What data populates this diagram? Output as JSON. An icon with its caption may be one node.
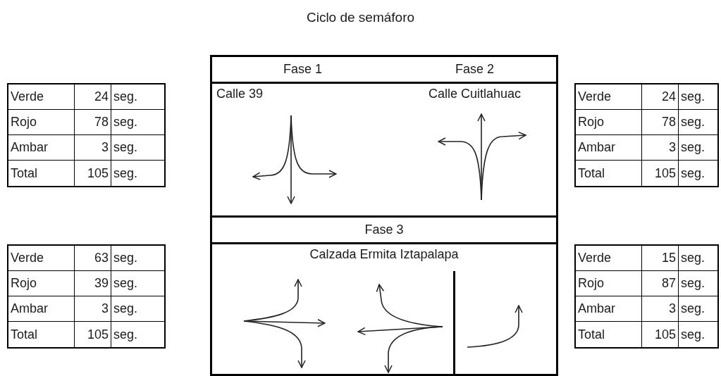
{
  "diagram": {
    "title": "Ciclo de semáforo",
    "nodes": [
      {
        "text": [
          "Fase 1"
        ]
      },
      {
        "text": [
          "Fase 2"
        ]
      },
      {
        "text": [
          "Calle 39"
        ]
      },
      {
        "text": [
          "Calle Cuitlahuac"
        ]
      },
      {
        "text": [
          "Fase 3"
        ]
      },
      {
        "text": [
          "Calzada Ermita Iztapalapa"
        ]
      }
    ],
    "labels": [
      "Verde",
      "24",
      "seg.",
      "Rojo",
      "78",
      "seg.",
      "Ambar",
      "3",
      "seg.",
      "Total",
      "105",
      "seg.",
      "Verde",
      "24",
      "seg.",
      "Rojo",
      "78",
      "seg.",
      "Ambar",
      "3",
      "seg.",
      "Total",
      "105",
      "seg.",
      "Verde",
      "63",
      "seg.",
      "Rojo",
      "39",
      "seg.",
      "Ambar",
      "3",
      "seg.",
      "Total",
      "105",
      "seg.",
      "Verde",
      "15",
      "seg.",
      "Rojo",
      "87",
      "seg.",
      "Ambar",
      "3",
      "seg.",
      "Total",
      "105",
      "seg."
    ]
  }
}
